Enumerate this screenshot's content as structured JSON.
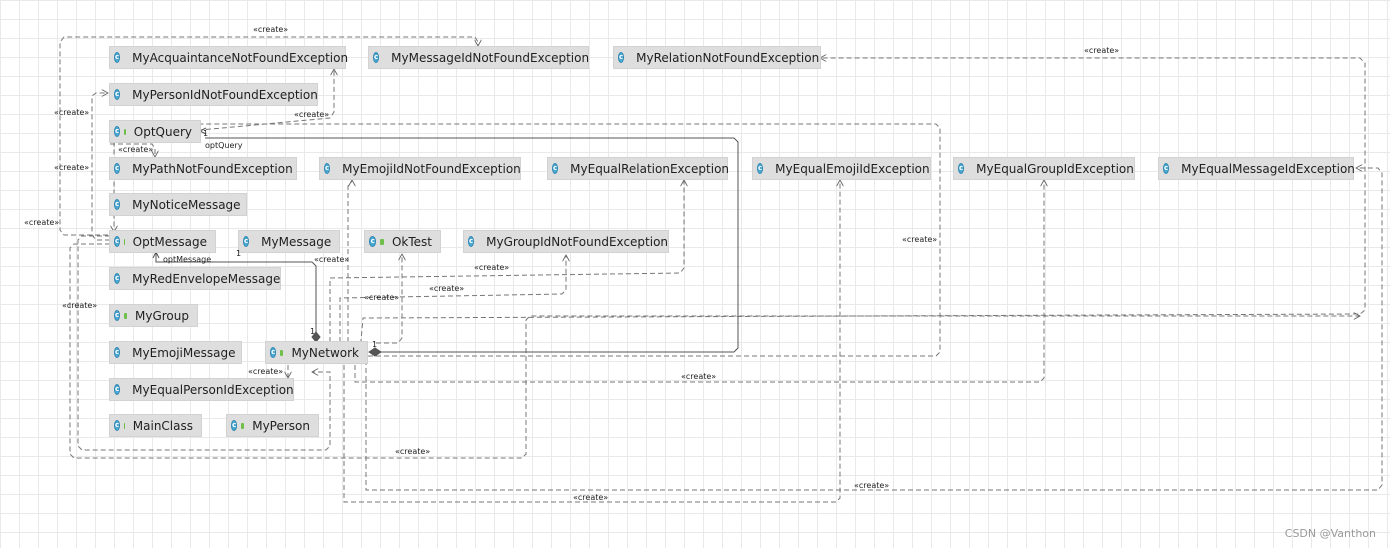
{
  "classes": [
    {
      "id": "MyAcquaintanceNotFoundException",
      "name": "MyAcquaintanceNotFoundException"
    },
    {
      "id": "MyMessageIdNotFoundException",
      "name": "MyMessageIdNotFoundException"
    },
    {
      "id": "MyRelationNotFoundException",
      "name": "MyRelationNotFoundException"
    },
    {
      "id": "MyPersonIdNotFoundException",
      "name": "MyPersonIdNotFoundException"
    },
    {
      "id": "OptQuery",
      "name": "OptQuery"
    },
    {
      "id": "MyPathNotFoundException",
      "name": "MyPathNotFoundException"
    },
    {
      "id": "MyEmojiIdNotFoundException",
      "name": "MyEmojiIdNotFoundException"
    },
    {
      "id": "MyEqualRelationException",
      "name": "MyEqualRelationException"
    },
    {
      "id": "MyEqualEmojiIdException",
      "name": "MyEqualEmojiIdException"
    },
    {
      "id": "MyEqualGroupIdException",
      "name": "MyEqualGroupIdException"
    },
    {
      "id": "MyEqualMessageIdException",
      "name": "MyEqualMessageIdException"
    },
    {
      "id": "MyNoticeMessage",
      "name": "MyNoticeMessage"
    },
    {
      "id": "OptMessage",
      "name": "OptMessage"
    },
    {
      "id": "MyMessage",
      "name": "MyMessage"
    },
    {
      "id": "OkTest",
      "name": "OkTest"
    },
    {
      "id": "MyGroupIdNotFoundException",
      "name": "MyGroupIdNotFoundException"
    },
    {
      "id": "MyRedEnvelopeMessage",
      "name": "MyRedEnvelopeMessage"
    },
    {
      "id": "MyGroup",
      "name": "MyGroup"
    },
    {
      "id": "MyEmojiMessage",
      "name": "MyEmojiMessage"
    },
    {
      "id": "MyNetwork",
      "name": "MyNetwork"
    },
    {
      "id": "MyEqualPersonIdException",
      "name": "MyEqualPersonIdException"
    },
    {
      "id": "MainClass",
      "name": "MainClass"
    },
    {
      "id": "MyPerson",
      "name": "MyPerson"
    }
  ],
  "class_icon_glyph": "c",
  "create_label": "«create»",
  "association_roles": {
    "optQuery": "optQuery",
    "optMessage": "optMessage",
    "multiplicity": "1"
  },
  "watermark": "CSDN @Vanthon",
  "colors": {
    "node_bg": "#dedede",
    "icon": "#4aa9d4",
    "edge": "#777777",
    "grid": "#e9e9e9"
  }
}
